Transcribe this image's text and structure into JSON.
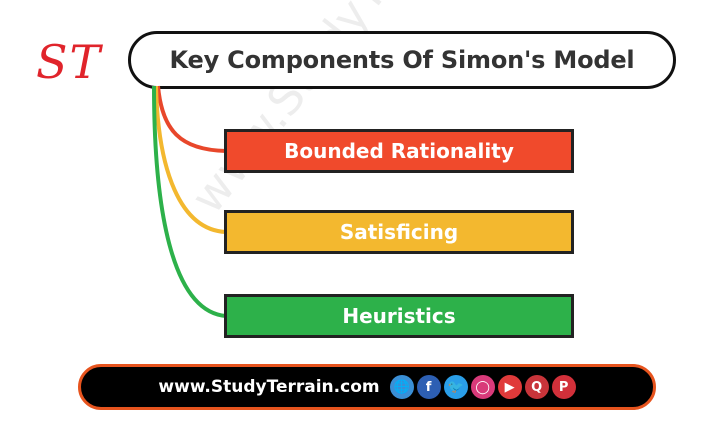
{
  "logo": {
    "text": "ST",
    "color": "#e0242b"
  },
  "header": {
    "title": "Key Components Of Simon's Model"
  },
  "components": [
    {
      "label": "Bounded Rationality",
      "color": "#f04a2c"
    },
    {
      "label": "Satisficing",
      "color": "#f3b82f"
    },
    {
      "label": "Heuristics",
      "color": "#2db14a"
    }
  ],
  "footer": {
    "url": "www.StudyTerrain.com",
    "social_icons": [
      {
        "name": "globe-icon",
        "color": "#3a8fd6"
      },
      {
        "name": "facebook-icon",
        "color": "#2d5fb3"
      },
      {
        "name": "twitter-icon",
        "color": "#2a9ee8"
      },
      {
        "name": "instagram-icon",
        "color": "#d93a7a"
      },
      {
        "name": "youtube-icon",
        "color": "#e03a3a"
      },
      {
        "name": "quora-icon",
        "color": "#c8343a"
      },
      {
        "name": "pinterest-icon",
        "color": "#d2303a"
      }
    ]
  },
  "watermark": "www.StudyTerrain.com"
}
